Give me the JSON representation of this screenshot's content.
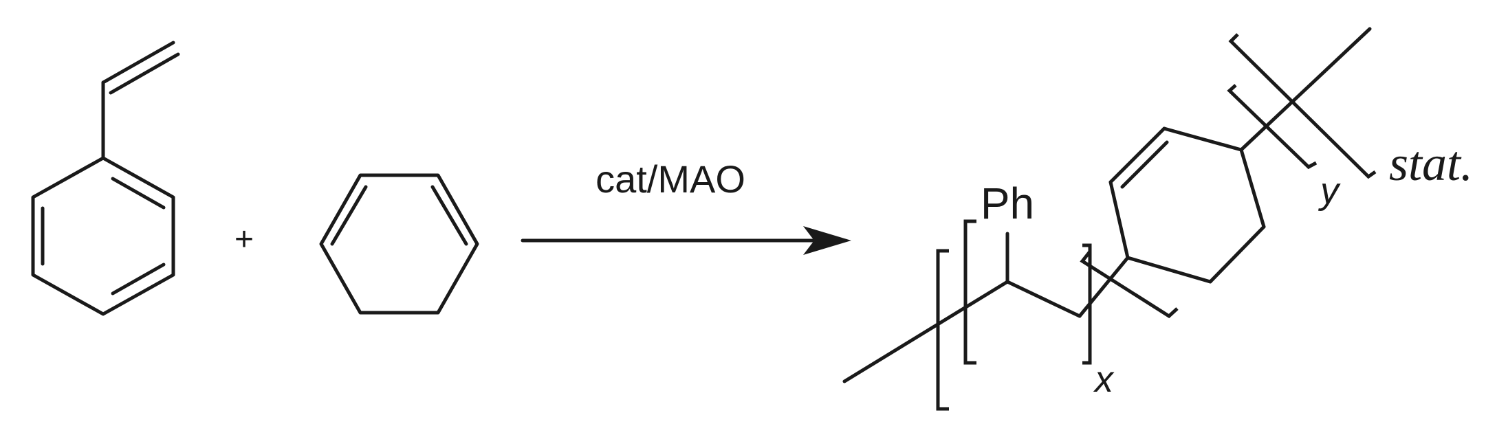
{
  "scheme": {
    "plus_sign": "+",
    "reaction_condition": "cat/MAO",
    "phenyl_label": "Ph",
    "subscript_x": "x",
    "subscript_y": "y",
    "copolymer_type": "stat."
  }
}
